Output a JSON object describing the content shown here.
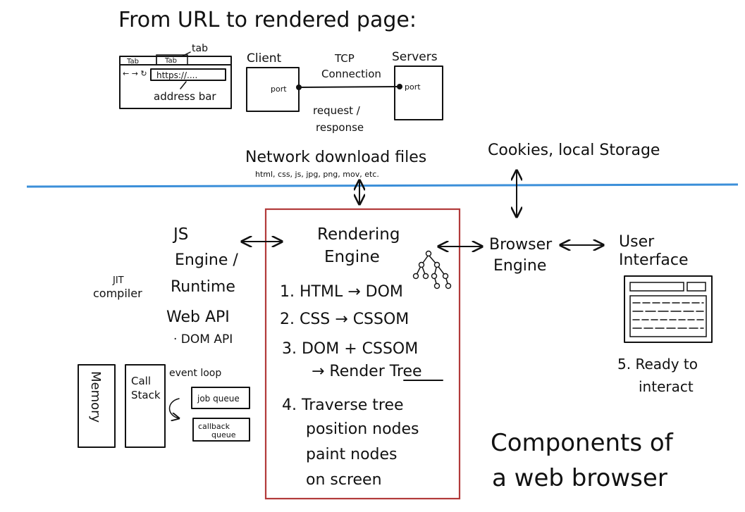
{
  "title": "From URL to rendered page:",
  "browser_sketch": {
    "tab_left": "Tab",
    "tab_right": "Tab",
    "tab_note": "tab",
    "nav_icons": "← → ↻",
    "url": "https://....",
    "address_bar_label": "address bar"
  },
  "network_sketch": {
    "client_label": "Client",
    "servers_label": "Servers",
    "tcp_label_1": "TCP",
    "tcp_label_2": "Connection",
    "client_port": "port",
    "server_port": "port",
    "request_label_1": "request /",
    "request_label_2": "response"
  },
  "network": {
    "label": "Network download files",
    "files": "html, css, js, jpg, png, mov, etc."
  },
  "storage": {
    "label": "Cookies, local Storage"
  },
  "rendering_engine": {
    "title_1": "Rendering",
    "title_2": "Engine",
    "steps": [
      "1. HTML → DOM",
      "2. CSS → CSSOM",
      "3. DOM + CSSOM",
      "→ Render Tree",
      "4. Traverse tree",
      "position nodes",
      "paint nodes",
      "on screen"
    ]
  },
  "js_engine": {
    "line_1": "JS",
    "line_2": "Engine /",
    "line_3": "Runtime",
    "jit_1": "JIT",
    "jit_2": "compiler",
    "web_api": "Web API",
    "dom_api": "· DOM API"
  },
  "runtime": {
    "memory": "Memory",
    "call_1": "Call",
    "call_2": "Stack",
    "event_loop": "event loop",
    "job_queue": "job queue",
    "callback_1": "callback",
    "callback_2": "queue"
  },
  "browser_engine": {
    "line_1": "Browser",
    "line_2": "Engine"
  },
  "user_interface": {
    "line_1": "User",
    "line_2": "Interface",
    "ready_1": "5. Ready to",
    "ready_2": "interact"
  },
  "caption": {
    "line_1": "Components of",
    "line_2": "a web browser"
  },
  "colors": {
    "ink": "#111111",
    "divider": "#3b8fd9",
    "render_box": "#b23a3a"
  }
}
